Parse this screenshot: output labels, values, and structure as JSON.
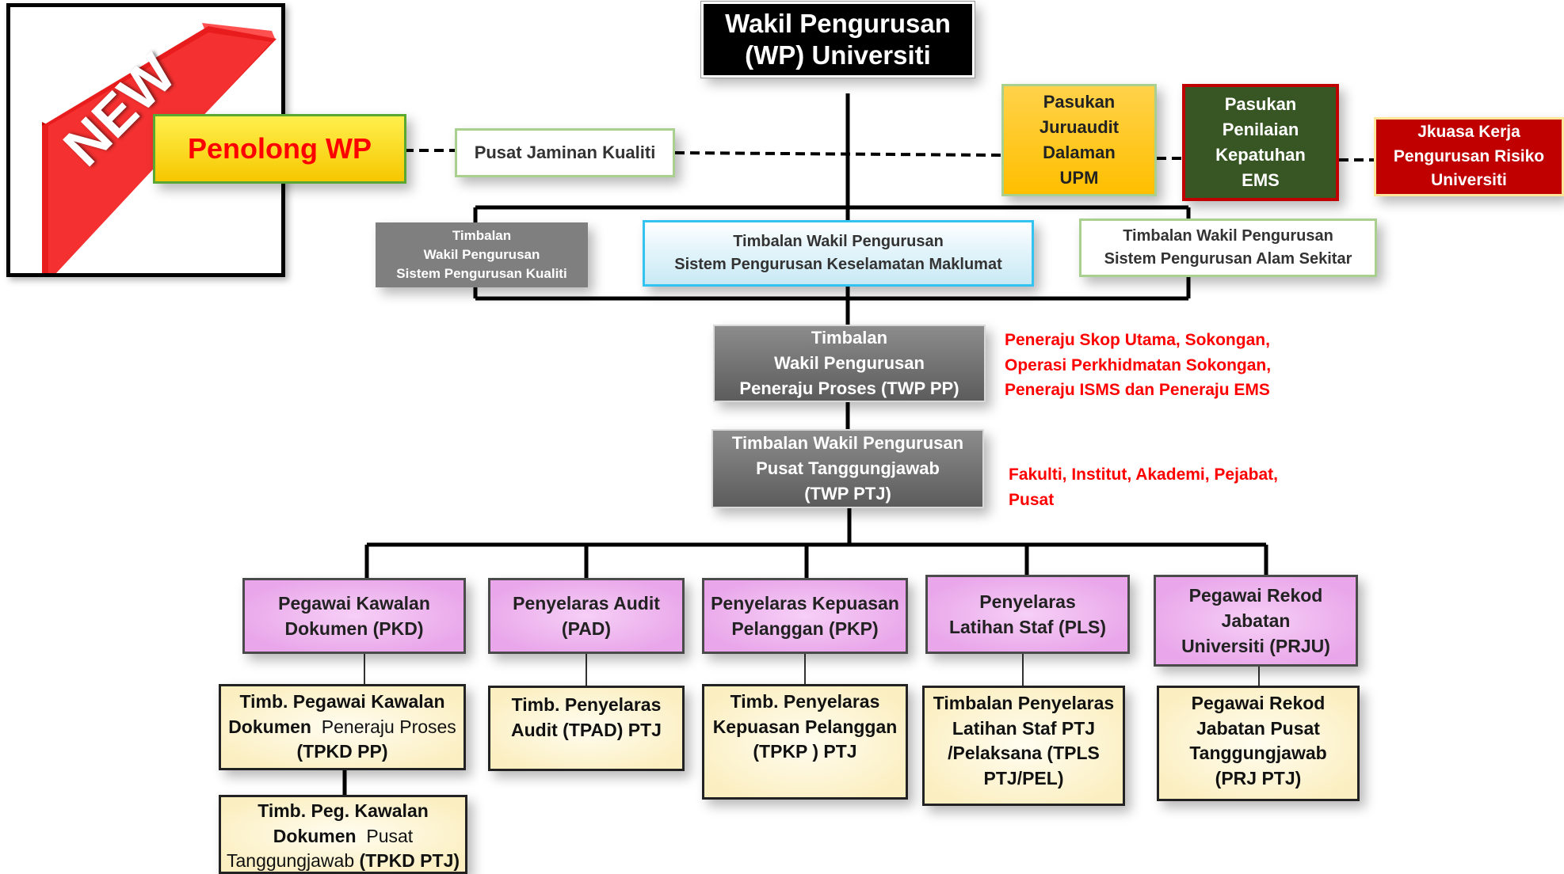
{
  "badge": {
    "text": "NEW"
  },
  "top": {
    "line1": "Wakil Pengurusan",
    "line2": "(WP) Universiti"
  },
  "penolong": {
    "text": "Penolong WP"
  },
  "pusat_jaminan": {
    "text": "Pusat Jaminan Kualiti"
  },
  "pasukan_juruaudit": {
    "lines": [
      "Pasukan",
      "Juruaudit",
      "Dalaman",
      "UPM"
    ]
  },
  "pasukan_penilaian": {
    "lines": [
      "Pasukan",
      "Penilaian",
      "Kepatuhan",
      "EMS"
    ]
  },
  "jkuasa": {
    "lines": [
      "Jkuasa Kerja",
      "Pengurusan Risiko",
      "Universiti"
    ]
  },
  "timb_kualiti": {
    "lines": [
      "Timbalan",
      "Wakil Pengurusan",
      "Sistem Pengurusan Kualiti"
    ]
  },
  "timb_maklumat": {
    "lines": [
      "Timbalan Wakil Pengurusan",
      "Sistem Pengurusan Keselamatan Maklumat"
    ]
  },
  "timb_alam": {
    "lines": [
      "Timbalan Wakil Pengurusan",
      "Sistem Pengurusan Alam Sekitar"
    ]
  },
  "twp_pp": {
    "lines": [
      "Timbalan",
      "Wakil Pengurusan",
      "Peneraju Proses (TWP PP)"
    ]
  },
  "twp_pp_note": {
    "lines": [
      "Peneraju Skop Utama, Sokongan,",
      "Operasi Perkhidmatan Sokongan,",
      "Peneraju  ISMS dan Peneraju EMS"
    ]
  },
  "twp_ptj": {
    "lines": [
      "Timbalan Wakil Pengurusan",
      "Pusat Tanggungjawab",
      "(TWP PTJ)"
    ]
  },
  "twp_ptj_note": {
    "lines": [
      "Fakulti, Institut, Akademi, Pejabat,",
      "Pusat"
    ]
  },
  "pkd": {
    "lines": [
      "Pegawai Kawalan",
      "Dokumen  (PKD)"
    ]
  },
  "pad": {
    "lines": [
      "Penyelaras Audit",
      "(PAD)"
    ]
  },
  "pkp": {
    "lines": [
      "Penyelaras Kepuasan",
      "Pelanggan  (PKP)"
    ]
  },
  "pls": {
    "lines": [
      "Penyelaras",
      "Latihan Staf  (PLS)"
    ]
  },
  "prju": {
    "lines": [
      "Pegawai Rekod",
      "Jabatan",
      "Universiti  (PRJU)"
    ]
  },
  "tpkd_pp": {
    "line1": "Timb. Pegawai Kawalan",
    "line2a": "Dokumen",
    "line2b": "Peneraju Proses",
    "line3": "(TPKD PP)"
  },
  "tpad": {
    "lines": [
      "Timb. Penyelaras",
      "Audit (TPAD) PTJ"
    ]
  },
  "tpkp": {
    "lines": [
      "Timb. Penyelaras",
      "Kepuasan Pelanggan",
      "(TPKP ) PTJ"
    ]
  },
  "tpls": {
    "lines": [
      "Timbalan Penyelaras",
      "Latihan Staf  PTJ",
      "/Pelaksana (TPLS",
      "PTJ/PEL)"
    ]
  },
  "prj": {
    "lines": [
      "Pegawai Rekod",
      "Jabatan  Pusat",
      "Tanggungjawab",
      "(PRJ PTJ)"
    ]
  },
  "tpkd_ptj": {
    "line1": "Timb. Peg. Kawalan",
    "line2a": "Dokumen",
    "line2b": "Pusat",
    "line3a": "Tanggungjawab",
    "line3b": "(TPKD PTJ)"
  }
}
